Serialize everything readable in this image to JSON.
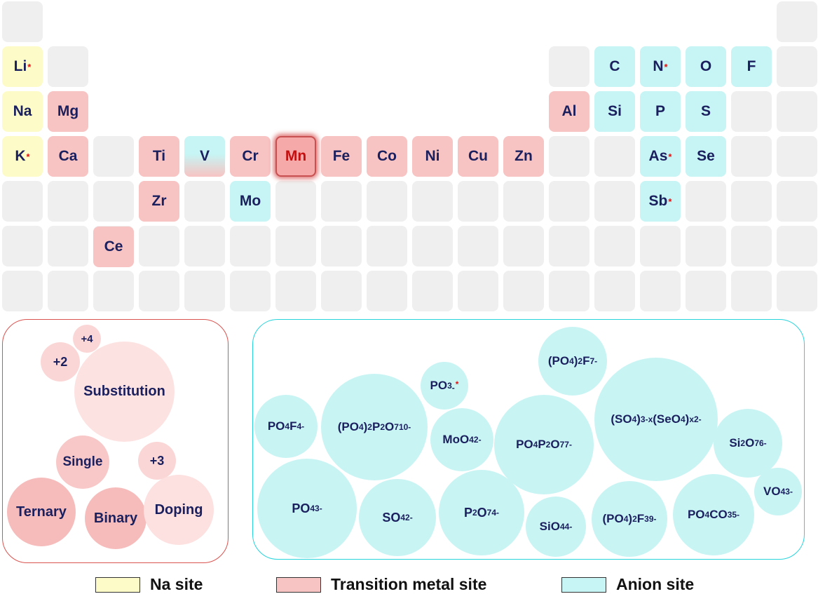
{
  "colors": {
    "na_site": "#fdfcc8",
    "transition_metal_site": "#f8c3c3",
    "anion_site": "#c7f4f4",
    "empty_cell": "#efefef",
    "highlight_text": "#c41010",
    "label_text": "#1a1f5e"
  },
  "elements": {
    "li": {
      "symbol": "Li",
      "star": "*"
    },
    "na": {
      "symbol": "Na"
    },
    "k": {
      "symbol": "K",
      "star": "*"
    },
    "mg": {
      "symbol": "Mg"
    },
    "ca": {
      "symbol": "Ca"
    },
    "ti": {
      "symbol": "Ti"
    },
    "zr": {
      "symbol": "Zr"
    },
    "ce": {
      "symbol": "Ce"
    },
    "v": {
      "symbol": "V"
    },
    "cr": {
      "symbol": "Cr"
    },
    "mo": {
      "symbol": "Mo"
    },
    "mn": {
      "symbol": "Mn"
    },
    "fe": {
      "symbol": "Fe"
    },
    "co": {
      "symbol": "Co"
    },
    "ni": {
      "symbol": "Ni"
    },
    "cu": {
      "symbol": "Cu"
    },
    "zn": {
      "symbol": "Zn"
    },
    "al": {
      "symbol": "Al"
    },
    "c": {
      "symbol": "C"
    },
    "si": {
      "symbol": "Si"
    },
    "n": {
      "symbol": "N",
      "star": "*"
    },
    "p": {
      "symbol": "P"
    },
    "as": {
      "symbol": "As",
      "star": "*"
    },
    "sb": {
      "symbol": "Sb",
      "star": "*"
    },
    "o": {
      "symbol": "O"
    },
    "s": {
      "symbol": "S"
    },
    "se": {
      "symbol": "Se"
    },
    "f": {
      "symbol": "F"
    }
  },
  "cation_bubbles": {
    "plus4": "+4",
    "plus2": "+2",
    "substitution": "Substitution",
    "single": "Single",
    "plus3": "+3",
    "ternary": "Ternary",
    "binary": "Binary",
    "doping": "Doping"
  },
  "anion_bubbles": {
    "po4_2f": {
      "a": "(PO",
      "s1": "4",
      "b": ")",
      "s2": "2",
      "c": "F",
      "sup": "7-"
    },
    "po3": {
      "a": "PO",
      "s1": "3",
      "sup": "-",
      "star": "*"
    },
    "po4f": {
      "a": "PO",
      "s1": "4",
      "b": "F",
      "sup": "4-"
    },
    "po4_2p2o7": {
      "a": "(PO",
      "s1": "4",
      "b": ")",
      "s2": "2",
      "c": "P",
      "s3": "2",
      "d": "O",
      "s4": "7",
      "sup": "10-"
    },
    "moo4": {
      "a": "MoO",
      "s1": "4",
      "sup": "2-"
    },
    "po4p2o7": {
      "a": "PO",
      "s1": "4",
      "b": "P",
      "s2": "2",
      "c": "O",
      "s3": "7",
      "sup": "7-"
    },
    "so4_seo4": {
      "a": "(SO",
      "s1": "4",
      "b": ")",
      "s2": "3-x",
      "c": "(SeO",
      "s3": "4",
      "d": ")",
      "s4": "x",
      "sup": "2-"
    },
    "si2o7": {
      "a": "Si",
      "s1": "2",
      "b": "O",
      "s2": "7",
      "sup": "6-"
    },
    "po4": {
      "a": "PO",
      "s1": "4",
      "sup": "3-"
    },
    "so4": {
      "a": "SO",
      "s1": "4",
      "sup": "2-"
    },
    "p2o7": {
      "a": "P",
      "s1": "2",
      "b": "O",
      "s2": "7",
      "sup": "4-"
    },
    "sio4": {
      "a": "SiO",
      "s1": "4",
      "sup": "4-"
    },
    "po4_2f3": {
      "a": "(PO",
      "s1": "4",
      "b": ")",
      "s2": "2",
      "c": "F",
      "s3": "3",
      "sup": "9-"
    },
    "po4co3": {
      "a": "PO",
      "s1": "4",
      "b": "CO",
      "s2": "3",
      "sup": "5-"
    },
    "vo4": {
      "a": "VO",
      "s1": "4",
      "sup": "3-"
    }
  },
  "legend": {
    "na_site": "Na site",
    "transition_metal_site": "Transition metal site",
    "anion_site": "Anion site"
  }
}
